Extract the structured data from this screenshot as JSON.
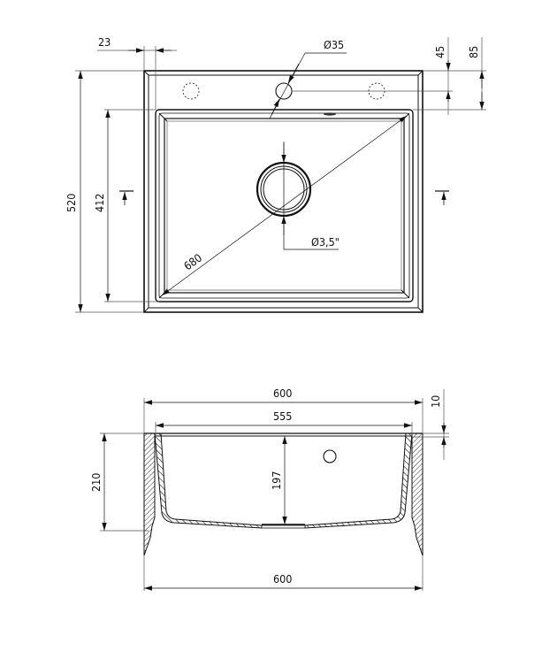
{
  "drawing": {
    "type": "technical-drawing",
    "subject": "single-bowl kitchen sink",
    "line_color": "#111111",
    "thin_line_color": "#555555",
    "background": "#ffffff"
  },
  "top_view": {
    "dims": {
      "edge_offset": "23",
      "tap_hole_diameter": "Ø35",
      "tap_hole_offset": "45",
      "bowl_offset": "85",
      "overall_depth": "520",
      "bowl_depth": "412",
      "diagonal": "680",
      "drain_diameter": "Ø3,5\""
    },
    "section_markers": [
      "section-mark-left",
      "section-mark-right"
    ]
  },
  "section_view": {
    "dims": {
      "overall_width_top": "600",
      "bowl_width": "555",
      "rim_thickness": "10",
      "overall_height": "210",
      "bowl_height": "197",
      "overall_width_bottom": "600"
    }
  }
}
